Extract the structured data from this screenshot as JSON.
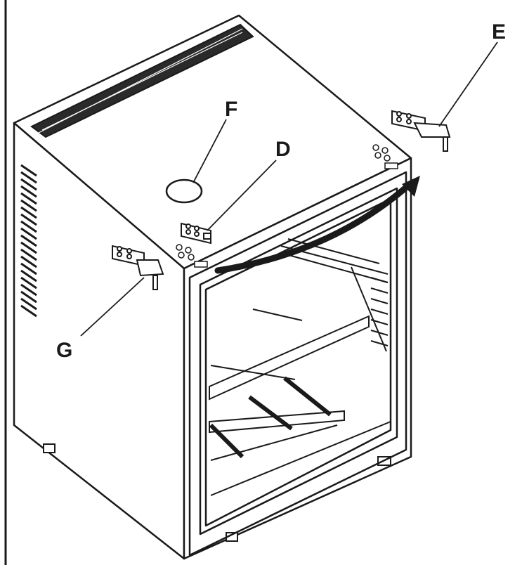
{
  "labels": {
    "d": "D",
    "e": "E",
    "f": "F",
    "g": "G"
  },
  "colors": {
    "line": "#1a1a1a",
    "cabinet_face": "#ffffff",
    "vent": "#222222"
  }
}
